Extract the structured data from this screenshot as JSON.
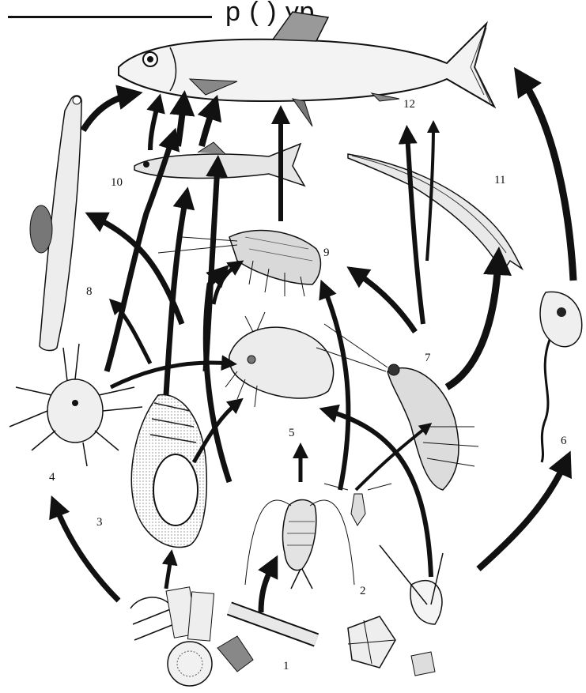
{
  "header": {
    "cropped_text": "р     (       ) ур"
  },
  "labels": [
    {
      "id": "1",
      "text": "1"
    },
    {
      "id": "2",
      "text": "2"
    },
    {
      "id": "3",
      "text": "3"
    },
    {
      "id": "4",
      "text": "4"
    },
    {
      "id": "5",
      "text": "5"
    },
    {
      "id": "6",
      "text": "6"
    },
    {
      "id": "7",
      "text": "7"
    },
    {
      "id": "8",
      "text": "8"
    },
    {
      "id": "9",
      "text": "9"
    },
    {
      "id": "10",
      "text": "10"
    },
    {
      "id": "11",
      "text": "11"
    },
    {
      "id": "12",
      "text": "12"
    }
  ],
  "colors": {
    "ink": "#111111",
    "background": "#ffffff",
    "shade": "#d9d9d9"
  }
}
